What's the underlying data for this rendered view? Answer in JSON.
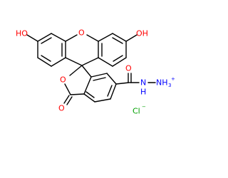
{
  "labels": {
    "ho_left": "HO",
    "oh_right": "OH",
    "o_bridge": "O",
    "o_lactone": "O",
    "o_keto": "O",
    "o_amide": "O",
    "nh_hydrazide": "N",
    "h_hydrazide": "H",
    "nh3_group": "NH",
    "nh3_subscript": "3",
    "nh3_charge": "+",
    "counter_ion": "Cl",
    "counter_ion_charge": "−"
  },
  "colors": {
    "bond": "#000000",
    "oxygen": "#ff0000",
    "nitrogen": "#0000ff",
    "chlorine": "#00a000",
    "background": "#ffffff"
  }
}
